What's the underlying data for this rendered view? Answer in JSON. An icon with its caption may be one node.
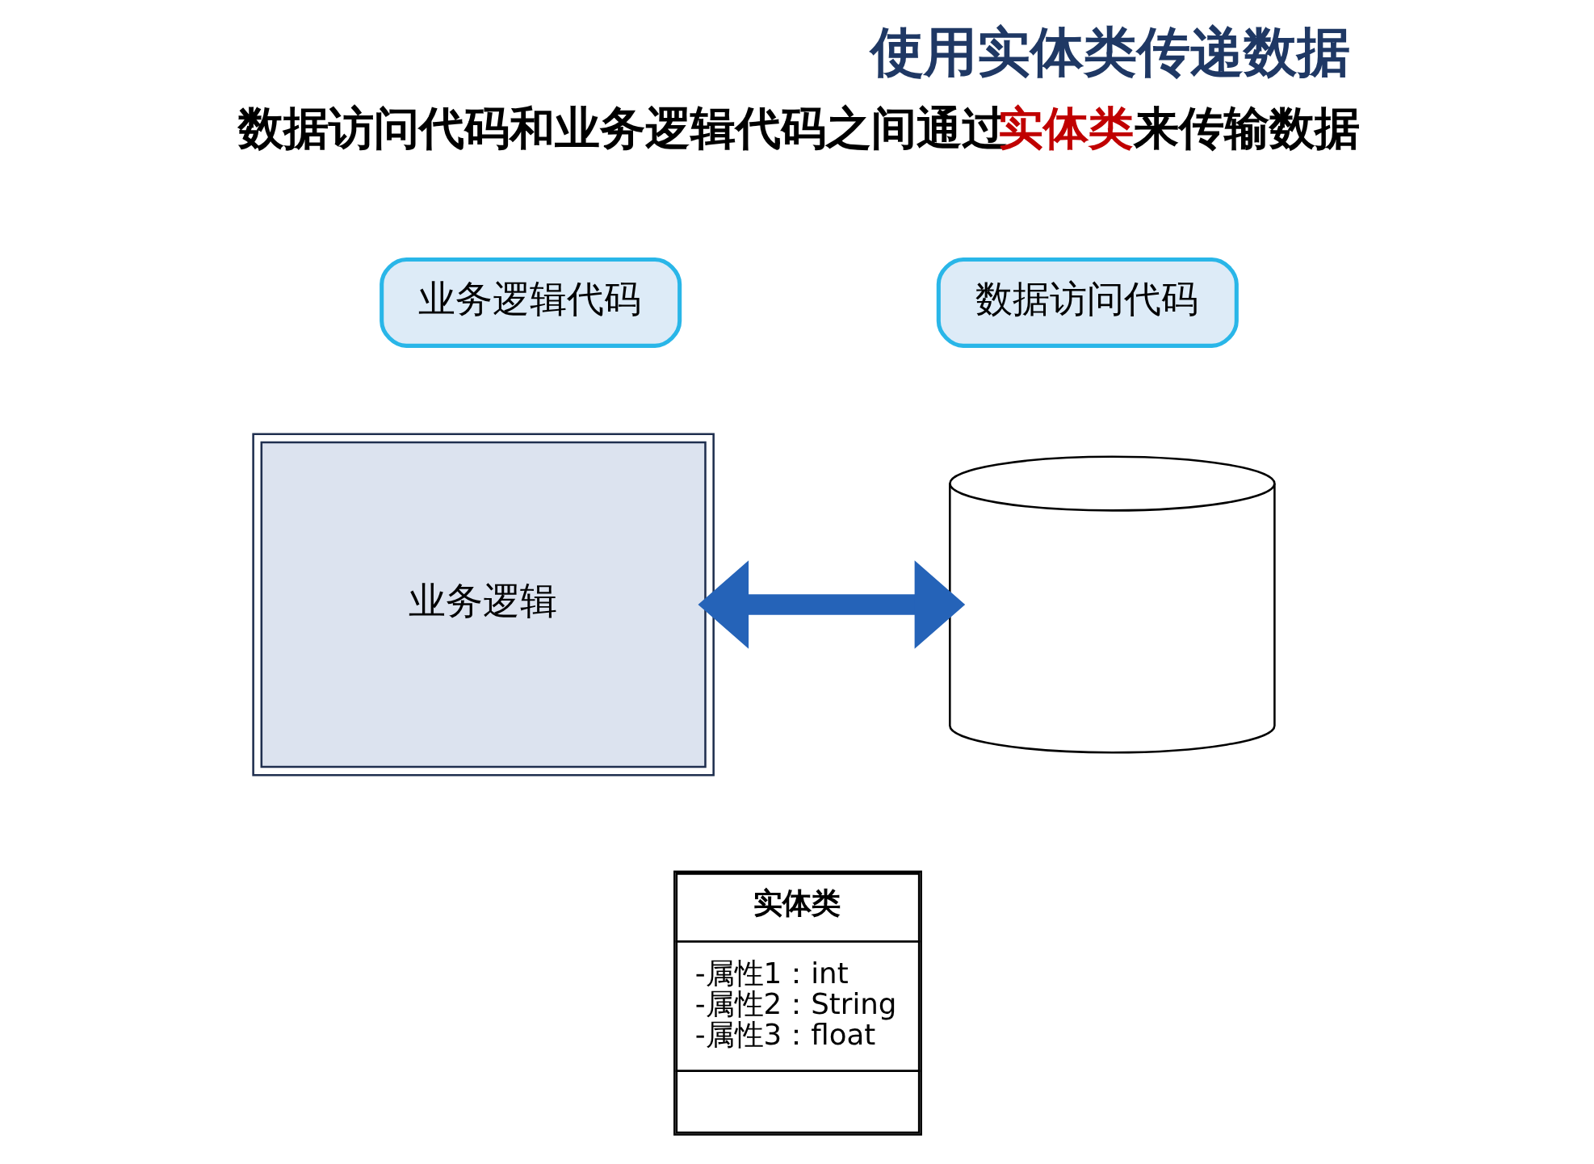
{
  "diagram": {
    "title": "使用实体类传递数据",
    "nodes": [
      {
        "text": [
          "业务逻辑代码"
        ]
      },
      {
        "text": [
          "数据访问代码"
        ]
      },
      {
        "text": [
          "业务逻辑"
        ]
      },
      {
        "text": [],
        "shape": "cylinder"
      },
      {
        "text": [
          "实体类",
          "-属性1：int",
          "-属性2：String",
          "-属性3：float"
        ]
      }
    ],
    "edges": [
      {
        "from": 2,
        "to": 3,
        "arrow": "both"
      }
    ],
    "labels": [
      "数据访问代码和业务逻辑代码之间通过**实体类**来传输数据"
    ]
  }
}
